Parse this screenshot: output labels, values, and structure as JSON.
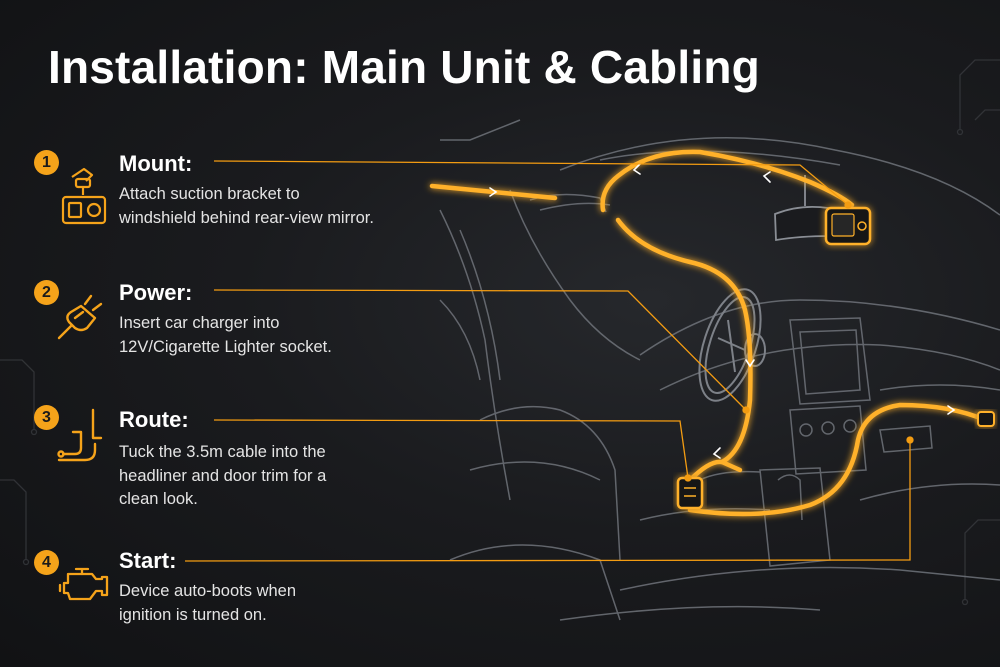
{
  "title": "Installation: Main Unit & Cabling",
  "colors": {
    "accent": "#f5a31a",
    "glow": "#ffb12a",
    "line": "#f39c12",
    "outline": "#7d8188",
    "background": "#1a1b1e",
    "text": "#ffffff"
  },
  "steps": [
    {
      "number": "1",
      "icon": "dashcam-icon",
      "title": "Mount:",
      "description": [
        "Attach suction bracket to",
        "windshield behind rear-view mirror."
      ]
    },
    {
      "number": "2",
      "icon": "power-plug-icon",
      "title": "Power:",
      "description": [
        "Insert car charger into",
        "12V/Cigarette Lighter socket."
      ]
    },
    {
      "number": "3",
      "icon": "cable-route-icon",
      "title": "Route:",
      "description": [
        "Tuck the 3.5m cable into the",
        "headliner and door trim for a",
        "clean look."
      ]
    },
    {
      "number": "4",
      "icon": "engine-icon",
      "title": "Start:",
      "description": [
        "Device auto-boots when",
        "ignition is turned on."
      ]
    }
  ]
}
